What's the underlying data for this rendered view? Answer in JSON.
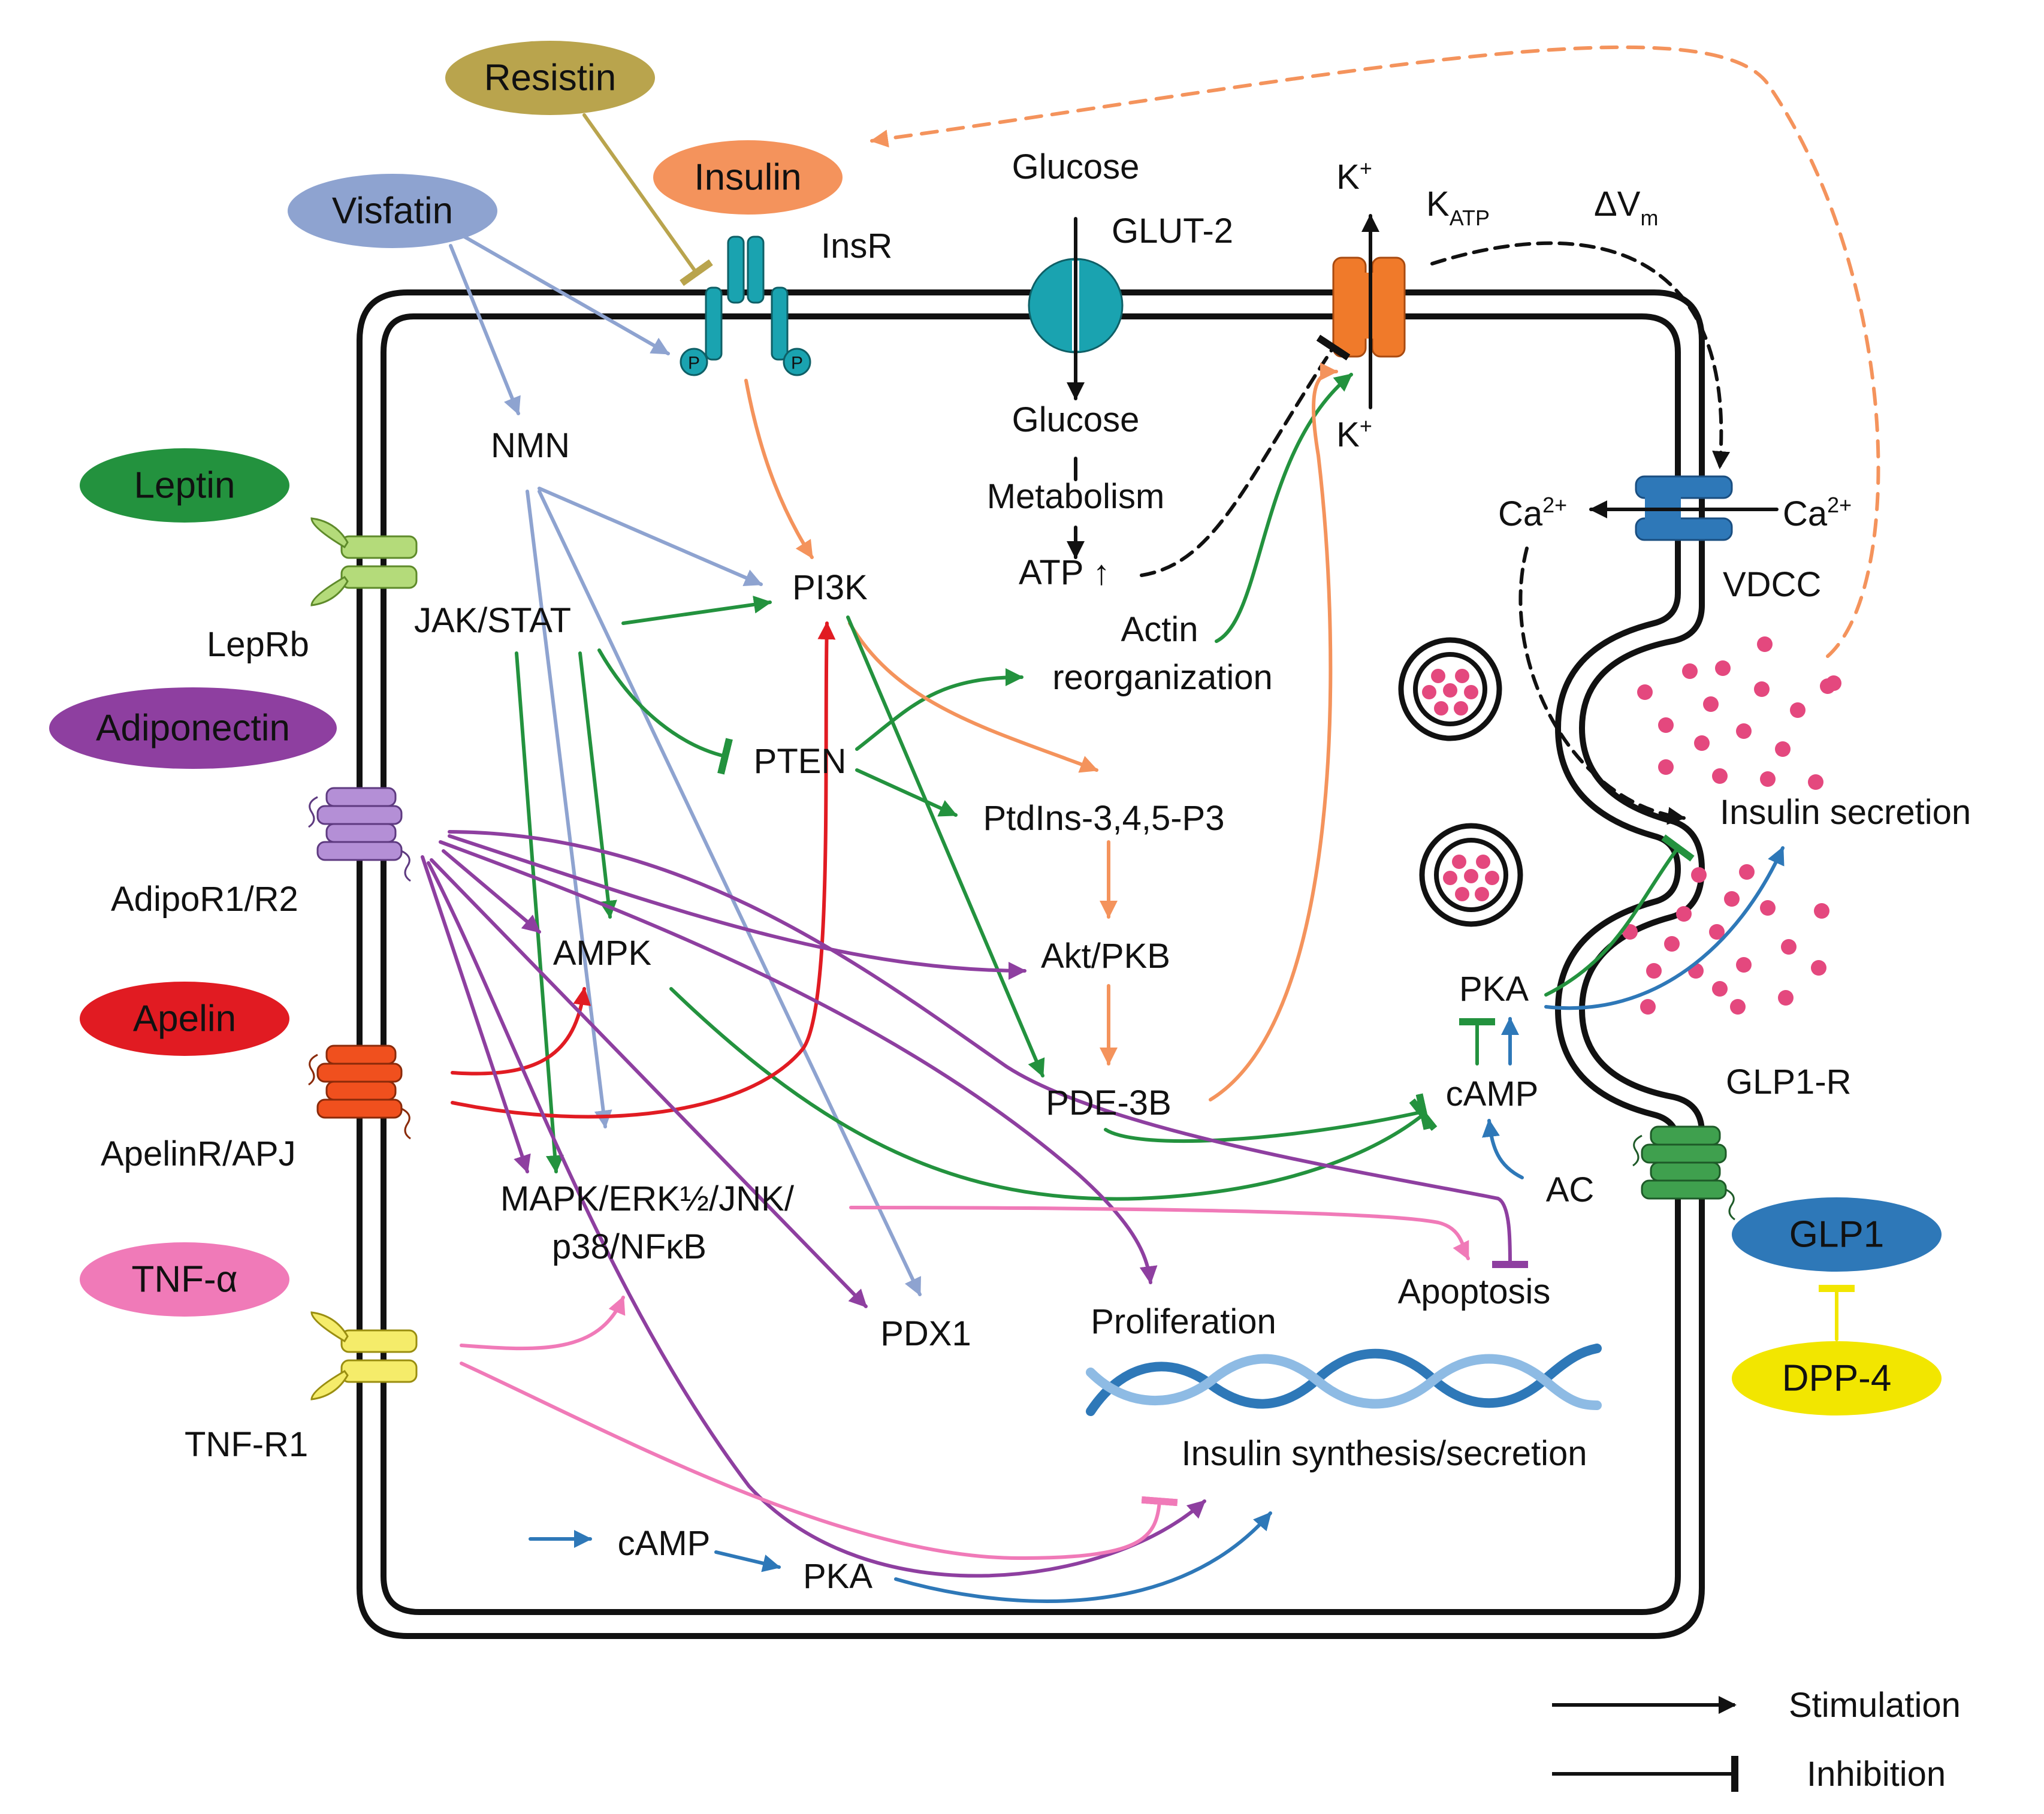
{
  "colors": {
    "insulin_path": "#F4935C",
    "visfatin_path": "#8EA3D0",
    "leptin_path": "#23923E",
    "adiponectin_path": "#8E3FA0",
    "apelin_path": "#E11B22",
    "tnf_path": "#F07AB8",
    "glp1_path": "#2E78B8",
    "resistin_path": "#B9A44D",
    "black": "#111111",
    "granule": "#E4487E"
  },
  "ligands": {
    "resistin": "Resistin",
    "insulin": "Insulin",
    "visfatin": "Visfatin",
    "leptin": "Leptin",
    "adiponectin": "Adiponectin",
    "apelin": "Apelin",
    "tnf": "TNF-α",
    "glp1": "GLP1",
    "dpp4": "DPP-4"
  },
  "receptors": {
    "insr": "InsR",
    "insr_p": "P",
    "leprb": "LepRb",
    "adipor": "AdipoR1/R2",
    "apelinr": "ApelinR/APJ",
    "tnfr1": "TNF-R1",
    "glp1r": "GLP1-R",
    "glut2": "GLUT-2",
    "vdcc": "VDCC"
  },
  "channels": {
    "k_main": "K",
    "k_sub": "ATP",
    "k_ion": "K",
    "k_charge": "+",
    "dvm": "ΔV",
    "dvm_sub": "m",
    "ca_ion": "Ca",
    "ca_charge": "2+"
  },
  "nodes": {
    "glucose_out": "Glucose",
    "glucose_in": "Glucose",
    "metabolism": "Metabolism",
    "atp": "ATP ↑",
    "nmn": "NMN",
    "jakstat": "JAK/STAT",
    "pi3k": "PI3K",
    "pten": "PTEN",
    "actin1": "Actin",
    "actin2": "reorganization",
    "ptdins": "PtdIns-3,4,5-P3",
    "ampk": "AMPK",
    "akt": "Akt/PKB",
    "pde3b": "PDE-3B",
    "mapk1": "MAPK/ERK½/JNK/",
    "mapk2": "p38/NFκB",
    "pdx1": "PDX1",
    "proliferation": "Proliferation",
    "apoptosis": "Apoptosis",
    "synthesis": "Insulin synthesis/secretion",
    "camp_bottom": "cAMP",
    "pka_bottom": "PKA",
    "pka_right": "PKA",
    "camp_right": "cAMP",
    "ac": "AC",
    "insulin_secretion": "Insulin secretion"
  },
  "legend": {
    "stimulation": "Stimulation",
    "inhibition": "Inhibition"
  }
}
